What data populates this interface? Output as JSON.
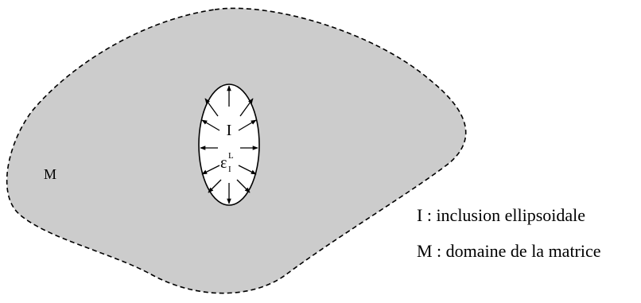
{
  "diagram": {
    "matrix_label": "M",
    "inclusion_label": "I",
    "strain_symbol": "ε",
    "strain_superscript": "L",
    "strain_subscript": "I",
    "matrix_fill": "#cccccc",
    "arrow_count": 12
  },
  "legend": {
    "inclusion": "I : inclusion ellipsoidale",
    "matrix": "M : domaine de la matrice"
  }
}
